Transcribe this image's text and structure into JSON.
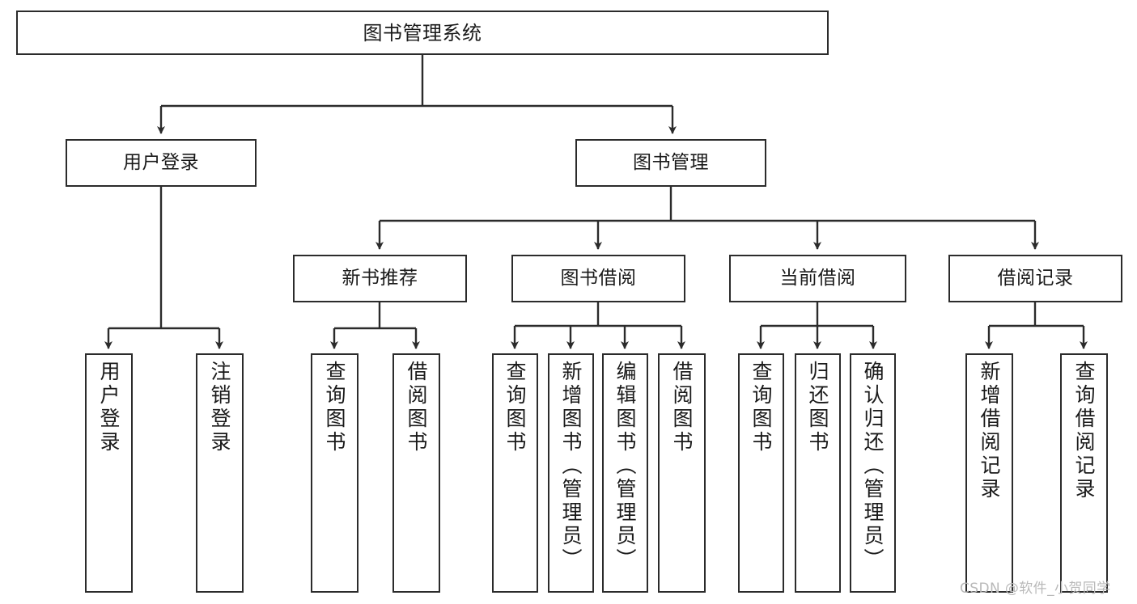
{
  "diagram": {
    "title": "图书管理系统",
    "type": "hierarchy-tree",
    "style": {
      "box_border_color": "#2b2b2b",
      "box_fill_color": "#ffffff",
      "line_color": "#2b2b2b",
      "background_color": "#ffffff",
      "watermark_color": "#b9b9b9"
    },
    "root": {
      "id": "root",
      "label": "图书管理系统"
    },
    "level2": [
      {
        "id": "user-login",
        "label": "用户登录"
      },
      {
        "id": "book-manage",
        "label": "图书管理"
      }
    ],
    "level3": [
      {
        "id": "new-book-rec",
        "label": "新书推荐",
        "parent": "book-manage"
      },
      {
        "id": "book-borrow",
        "label": "图书借阅",
        "parent": "book-manage"
      },
      {
        "id": "current-borrow",
        "label": "当前借阅",
        "parent": "book-manage"
      },
      {
        "id": "borrow-record",
        "label": "借阅记录",
        "parent": "book-manage"
      }
    ],
    "leaves": [
      {
        "id": "leaf-user-login",
        "label": "用户登录",
        "parent": "user-login"
      },
      {
        "id": "leaf-user-logout",
        "label": "注销登录",
        "parent": "user-login"
      },
      {
        "id": "leaf-rec-query",
        "label": "查询图书",
        "parent": "new-book-rec"
      },
      {
        "id": "leaf-rec-borrow",
        "label": "借阅图书",
        "parent": "new-book-rec"
      },
      {
        "id": "leaf-borrow-query",
        "label": "查询图书",
        "parent": "book-borrow"
      },
      {
        "id": "leaf-borrow-add",
        "label": "新增图书（管理员）",
        "parent": "book-borrow"
      },
      {
        "id": "leaf-borrow-edit",
        "label": "编辑图书（管理员）",
        "parent": "book-borrow"
      },
      {
        "id": "leaf-borrow-lend",
        "label": "借阅图书",
        "parent": "book-borrow"
      },
      {
        "id": "leaf-cur-query",
        "label": "查询图书",
        "parent": "current-borrow"
      },
      {
        "id": "leaf-cur-return",
        "label": "归还图书",
        "parent": "current-borrow"
      },
      {
        "id": "leaf-cur-confirm",
        "label": "确认归还（管理员）",
        "parent": "current-borrow"
      },
      {
        "id": "leaf-rec-add",
        "label": "新增借阅记录",
        "parent": "borrow-record"
      },
      {
        "id": "leaf-rec-query-record",
        "label": "查询借阅记录",
        "parent": "borrow-record"
      }
    ]
  },
  "watermark": {
    "text": "CSDN @软件_小贺同学"
  }
}
